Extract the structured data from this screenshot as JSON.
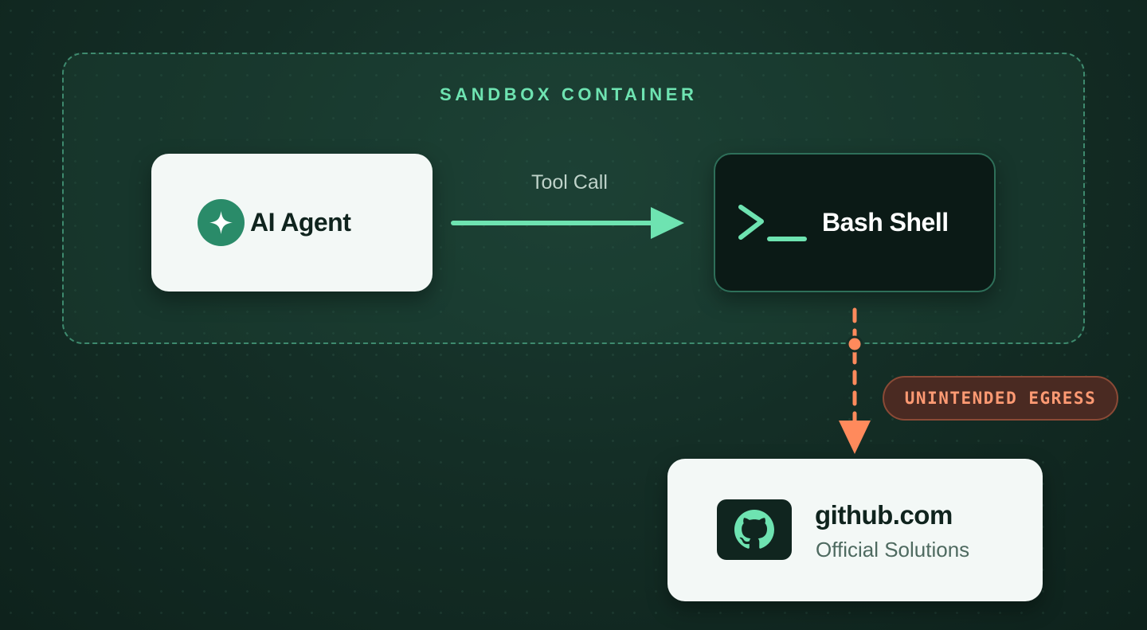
{
  "sandbox": {
    "label": "SANDBOX CONTAINER"
  },
  "agent": {
    "label": "AI Agent",
    "icon": "sparkle-icon"
  },
  "tool_call": {
    "label": "Tool Call"
  },
  "bash": {
    "label": "Bash Shell",
    "icon": "terminal-icon"
  },
  "egress": {
    "badge": "UNINTENDED EGRESS"
  },
  "github": {
    "title": "github.com",
    "subtitle": "Official Solutions",
    "icon": "github-icon"
  },
  "colors": {
    "background": "#142e26",
    "accent_green": "#6ee3b1",
    "agent_icon": "#2a8b69",
    "egress_orange": "#ff8a5c",
    "egress_badge_bg": "#4a2a22",
    "card_light": "#f3f8f6",
    "card_dark": "#0b1a16"
  }
}
